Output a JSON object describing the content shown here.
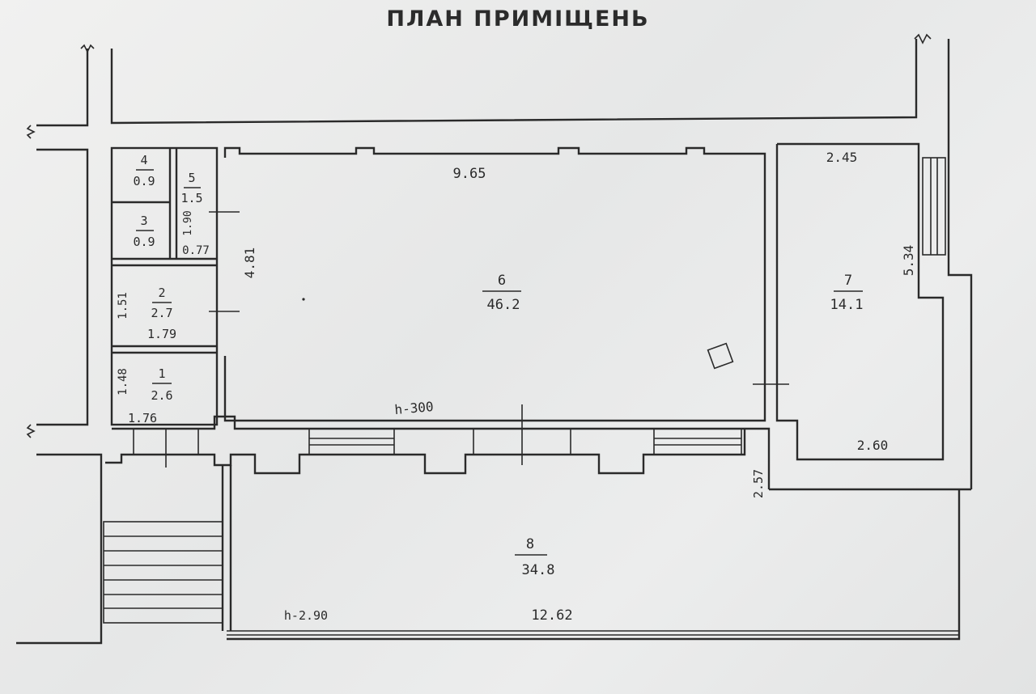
{
  "title": "ПЛАН ПРИМІЩЕНЬ",
  "rooms": [
    {
      "number": "1",
      "area": "2.6"
    },
    {
      "number": "2",
      "area": "2.7"
    },
    {
      "number": "3",
      "area": "0.9"
    },
    {
      "number": "4",
      "area": "0.9"
    },
    {
      "number": "5",
      "area": "1.5"
    },
    {
      "number": "6",
      "area": "46.2"
    },
    {
      "number": "7",
      "area": "14.1"
    },
    {
      "number": "8",
      "area": "34.8"
    }
  ],
  "dimensions": {
    "room6_length": "9.65",
    "room6_width": "4.81",
    "room6_height": "h-300",
    "room7_top": "2.45",
    "room7_side": "5.34",
    "room7_bottom": "2.60",
    "room8_side": "2.57",
    "room8_length": "12.62",
    "room8_height": "h-2.90",
    "room2_side": "1.51",
    "room2_bottom": "1.79",
    "room1_side": "1.48",
    "room1_bottom": "1.76",
    "room5_side": "1.90",
    "room5_bottom": "0.77"
  }
}
